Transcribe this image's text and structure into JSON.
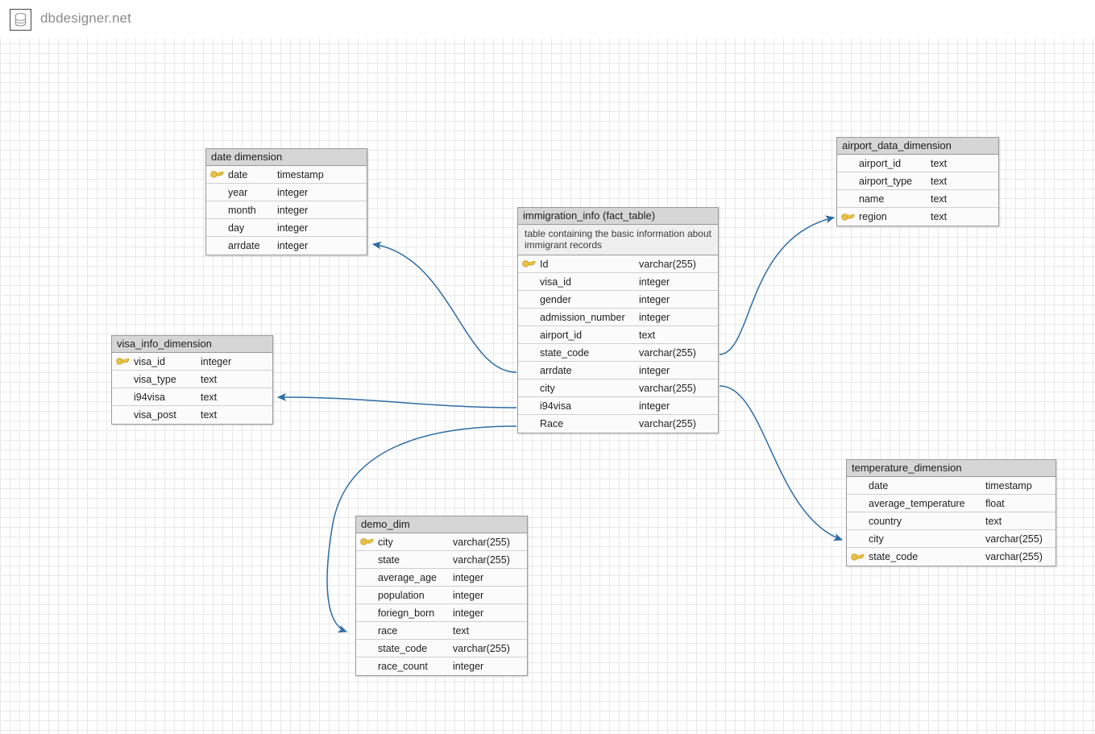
{
  "header": {
    "brand": "dbdesigner.net",
    "logo_icon": "database-cylinder-icon"
  },
  "canvas": {
    "grid": "on",
    "connector_color": "#2e6ca4",
    "title_bar_color": "#d6d6d6",
    "row_color": "#fbfbfb",
    "border_color": "#9a9a9a",
    "key_color": "#e8b425"
  },
  "tables": [
    {
      "id": "date_dimension",
      "title": "date dimension",
      "description": null,
      "columns": [
        {
          "name": "date",
          "type": "timestamp",
          "key": true
        },
        {
          "name": "year",
          "type": "integer",
          "key": false
        },
        {
          "name": "month",
          "type": "integer",
          "key": false
        },
        {
          "name": "day",
          "type": "integer",
          "key": false
        },
        {
          "name": "arrdate",
          "type": "integer",
          "key": false
        }
      ]
    },
    {
      "id": "visa_info_dimension",
      "title": "visa_info_dimension",
      "description": null,
      "columns": [
        {
          "name": "visa_id",
          "type": "integer",
          "key": true
        },
        {
          "name": "visa_type",
          "type": "text",
          "key": false
        },
        {
          "name": "i94visa",
          "type": "text",
          "key": false
        },
        {
          "name": "visa_post",
          "type": "text",
          "key": false
        }
      ]
    },
    {
      "id": "immigration_info",
      "title": "immigration_info (fact_table)",
      "description": "table containing the basic information about immigrant records",
      "columns": [
        {
          "name": "Id",
          "type": "varchar(255)",
          "key": true
        },
        {
          "name": "visa_id",
          "type": "integer",
          "key": false
        },
        {
          "name": "gender",
          "type": "integer",
          "key": false
        },
        {
          "name": "admission_number",
          "type": "integer",
          "key": false
        },
        {
          "name": "airport_id",
          "type": "text",
          "key": false
        },
        {
          "name": "state_code",
          "type": "varchar(255)",
          "key": false
        },
        {
          "name": "arrdate",
          "type": "integer",
          "key": false
        },
        {
          "name": "city",
          "type": "varchar(255)",
          "key": false
        },
        {
          "name": "i94visa",
          "type": "integer",
          "key": false
        },
        {
          "name": "Race",
          "type": "varchar(255)",
          "key": false
        }
      ]
    },
    {
      "id": "airport_data_dimension",
      "title": "airport_data_dimension",
      "description": null,
      "columns": [
        {
          "name": "airport_id",
          "type": "text",
          "key": false
        },
        {
          "name": "airport_type",
          "type": "text",
          "key": false
        },
        {
          "name": "name",
          "type": "text",
          "key": false
        },
        {
          "name": "region",
          "type": "text",
          "key": true
        }
      ]
    },
    {
      "id": "demo_dim",
      "title": "demo_dim",
      "description": null,
      "columns": [
        {
          "name": "city",
          "type": "varchar(255)",
          "key": true
        },
        {
          "name": "state",
          "type": "varchar(255)",
          "key": false
        },
        {
          "name": "average_age",
          "type": "integer",
          "key": false
        },
        {
          "name": "population",
          "type": "integer",
          "key": false
        },
        {
          "name": "foriegn_born",
          "type": "integer",
          "key": false
        },
        {
          "name": "race",
          "type": "text",
          "key": false
        },
        {
          "name": "state_code",
          "type": "varchar(255)",
          "key": false
        },
        {
          "name": "race_count",
          "type": "integer",
          "key": false
        }
      ]
    },
    {
      "id": "temperature_dimension",
      "title": "temperature_dimension",
      "description": null,
      "columns": [
        {
          "name": "date",
          "type": "timestamp",
          "key": false
        },
        {
          "name": "average_temperature",
          "type": "float",
          "key": false
        },
        {
          "name": "country",
          "type": "text",
          "key": false
        },
        {
          "name": "city",
          "type": "varchar(255)",
          "key": false
        },
        {
          "name": "state_code",
          "type": "varchar(255)",
          "key": true
        }
      ]
    }
  ],
  "relationships": [
    {
      "id": "fact-to-date",
      "from": "immigration_info.arrdate",
      "to": "date_dimension.arrdate"
    },
    {
      "id": "fact-to-visa",
      "from": "immigration_info.i94visa",
      "to": "visa_info_dimension.i94visa"
    },
    {
      "id": "fact-to-demo",
      "from": "immigration_info.Race",
      "to": "demo_dim.race"
    },
    {
      "id": "fact-to-airport",
      "from": "immigration_info.state_code",
      "to": "airport_data_dimension.region"
    },
    {
      "id": "fact-to-temperature",
      "from": "immigration_info.city",
      "to": "temperature_dimension.city"
    }
  ]
}
